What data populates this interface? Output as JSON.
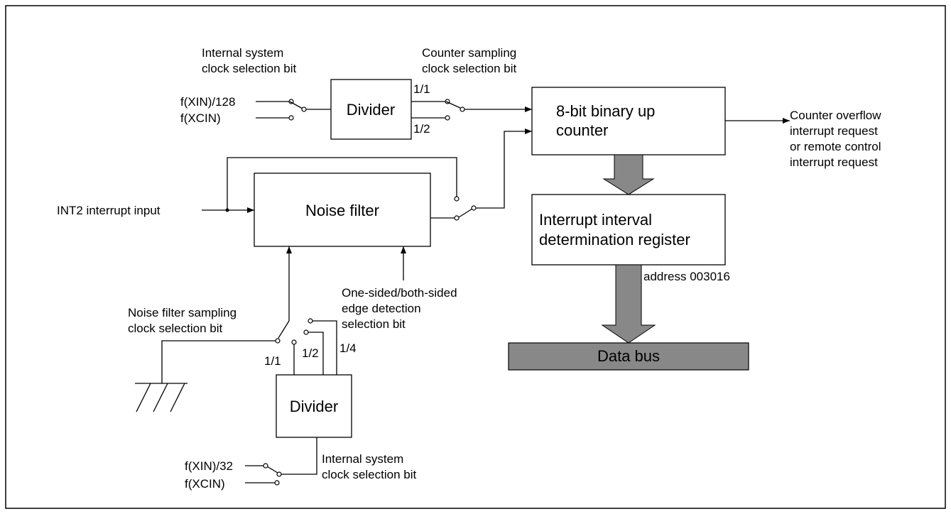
{
  "labels": {
    "internal_clock_top_1": "Internal system",
    "internal_clock_top_2": "clock selection bit",
    "fxin_128": "f(XIN)/128",
    "fxcin_top": "f(XCIN)",
    "divider_top": "Divider",
    "counter_sampling_1": "Counter sampling",
    "counter_sampling_2": "clock selection bit",
    "ratio_1_1_top": "1/1",
    "ratio_1_2_top": "1/2",
    "counter_1": "8-bit binary up",
    "counter_2": "counter",
    "overflow_1": "Counter overflow",
    "overflow_2": "interrupt request",
    "overflow_3": "or remote control",
    "overflow_4": "interrupt request",
    "int2_input": "INT2 interrupt input",
    "noise_filter": "Noise filter",
    "interval_1": "Interrupt interval",
    "interval_2": "determination register",
    "address": "address 003016",
    "edge_1": "One-sided/both-sided",
    "edge_2": "edge detection",
    "edge_3": "selection bit",
    "nf_sampling_1": "Noise filter sampling",
    "nf_sampling_2": "clock selection bit",
    "ratio_1_1_bottom": "1/1",
    "ratio_1_2_bottom": "1/2",
    "ratio_1_4_bottom": "1/4",
    "data_bus": "Data bus",
    "divider_bottom": "Divider",
    "fxin_32": "f(XIN)/32",
    "fxcin_bottom": "f(XCIN)",
    "internal_clock_bottom_1": "Internal system",
    "internal_clock_bottom_2": "clock selection bit"
  },
  "colors": {
    "bus_fill": "#888888",
    "line": "#000000",
    "background": "#ffffff"
  }
}
